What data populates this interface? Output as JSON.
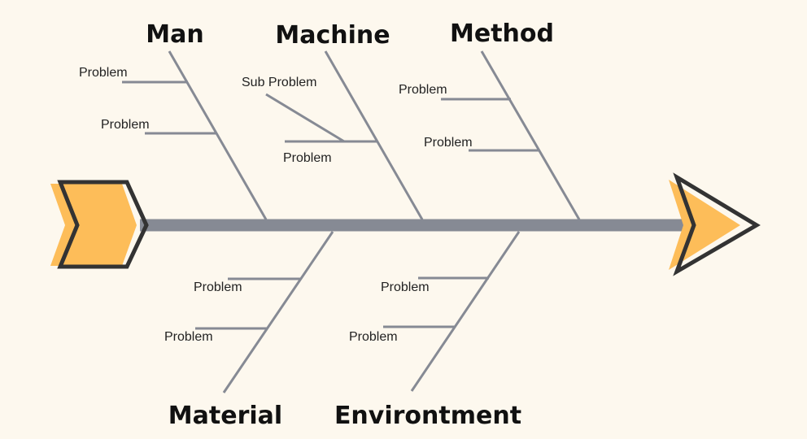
{
  "colors": {
    "background": "#fdf8ee",
    "bone": "#868a94",
    "accent": "#fdbd59",
    "outline": "#333333"
  },
  "categories": {
    "man": "Man",
    "machine": "Machine",
    "method": "Method",
    "material": "Material",
    "environment": "Environtment"
  },
  "causes": {
    "man": [
      "Problem",
      "Problem"
    ],
    "machine": [
      "Sub Problem",
      "Problem"
    ],
    "method": [
      "Problem",
      "Problem"
    ],
    "material": [
      "Problem",
      "Problem"
    ],
    "environment": [
      "Problem",
      "Problem"
    ]
  },
  "icons": {
    "tail": "chevron-tail-icon",
    "head": "arrow-head-icon"
  }
}
